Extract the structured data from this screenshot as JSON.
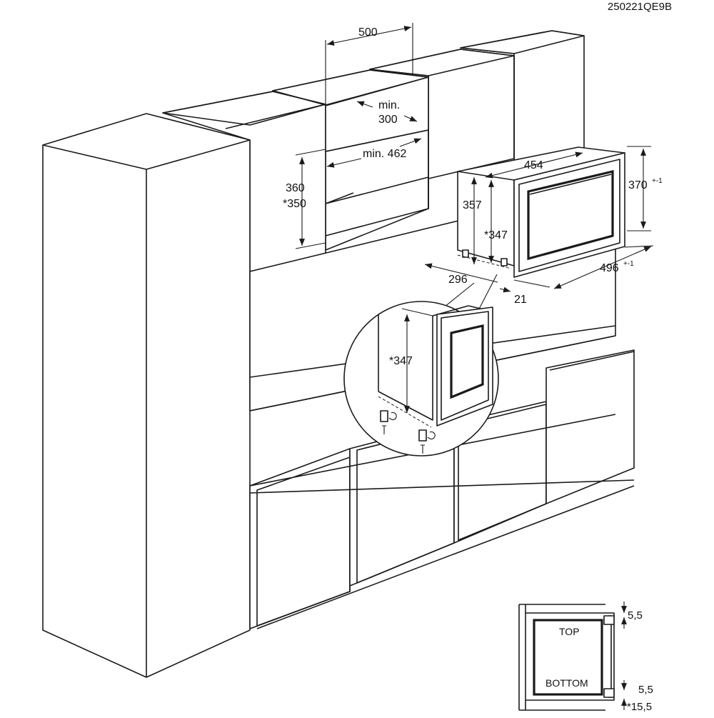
{
  "drawing_code": "250221QE9B",
  "dimensions": {
    "niche_width": "500",
    "niche_depth_min": "min.",
    "niche_depth_value": "300",
    "niche_inner_min": "min. 462",
    "niche_height": "360",
    "niche_height_alt": "*350",
    "oven_width": "454",
    "oven_height": "370",
    "oven_height_tol": "+-1",
    "body_height": "357",
    "body_height_alt": "*347",
    "oven_depth": "496",
    "oven_depth_tol": "+-1",
    "side_depth": "296",
    "front_offset": "21",
    "detail_height": "*347"
  },
  "frame_detail": {
    "top_label": "TOP",
    "bottom_label": "BOTTOM",
    "top_gap": "5,5",
    "bottom_gap": "5,5",
    "bottom_gap_alt": "*15,5"
  },
  "colors": {
    "line": "#1a1a1a",
    "background": "#ffffff"
  }
}
